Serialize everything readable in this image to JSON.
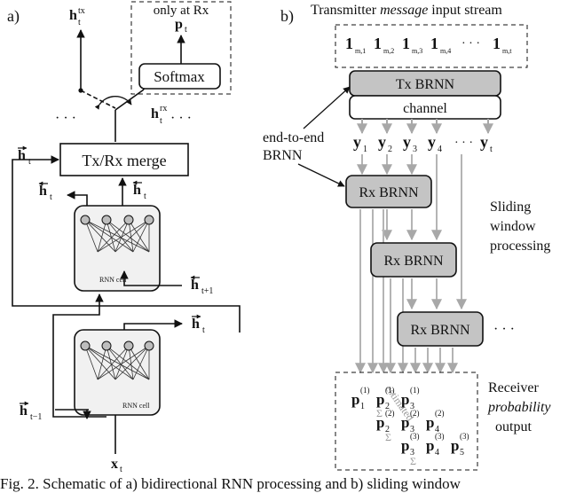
{
  "panel_a": {
    "label": "a)",
    "only_at_rx": "only at Rx",
    "p_t": "p",
    "p_t_sub": "t",
    "softmax": "Softmax",
    "h_tx": "h",
    "h_tx_sup": "tx",
    "h_tx_sub": "t",
    "h_rx": "h",
    "h_rx_sup": "rx",
    "h_rx_sub": "t",
    "dots_left": "· · ·",
    "dots_right": "· · ·",
    "merge": "Tx/Rx merge",
    "h_fwd_label": "h",
    "h_fwd_sub": "t",
    "h_bwd_label": "h",
    "h_bwd_sub": "t",
    "h_bwd2_label": "h",
    "h_bwd2_sub": "t",
    "h_bwd_next": "h",
    "h_bwd_next_sub": "t+1",
    "rnn_cell_top": "RNN cell",
    "h_fwd2_label": "h",
    "h_fwd2_sub": "t",
    "h_fwd_prev": "h",
    "h_fwd_prev_sub": "t−1",
    "rnn_cell_bottom": "RNN cell",
    "x_t": "x",
    "x_t_sub": "t"
  },
  "panel_b": {
    "label": "b)",
    "title_pre": "Transmitter ",
    "title_em": "message",
    "title_post": " input stream",
    "input_stream": [
      {
        "sym": "1",
        "sub": "m,1"
      },
      {
        "sym": "1",
        "sub": "m,2"
      },
      {
        "sym": "1",
        "sub": "m,3"
      },
      {
        "sym": "1",
        "sub": "m,4"
      },
      {
        "sym": "· · ·",
        "sub": ""
      },
      {
        "sym": "1",
        "sub": "m,t"
      }
    ],
    "tx_brnn": "Tx BRNN",
    "channel": "channel",
    "e2e_line1": "end-to-end",
    "e2e_line2": "BRNN",
    "ys": [
      {
        "sym": "y",
        "sub": "1"
      },
      {
        "sym": "y",
        "sub": "2"
      },
      {
        "sym": "y",
        "sub": "3"
      },
      {
        "sym": "y",
        "sub": "4"
      },
      {
        "sym": "· · ·",
        "sub": ""
      },
      {
        "sym": "y",
        "sub": "t"
      }
    ],
    "rx_brnn_1": "Rx BRNN",
    "rx_brnn_2": "Rx BRNN",
    "rx_brnn_3": "Rx BRNN",
    "rx_dots": "· · ·",
    "sliding_1": "Sliding",
    "sliding_2": "window",
    "sliding_3": "processing",
    "receiver_1": "Receiver",
    "receiver_2": "probability",
    "receiver_3": "output",
    "estimated": "estimated",
    "sigma": "Σ",
    "p_rows": [
      [
        {
          "sub": "1",
          "sup": "(1)"
        },
        {
          "sub": "2",
          "sup": "(1)"
        },
        {
          "sub": "3",
          "sup": "(1)"
        }
      ],
      [
        {
          "sub": "2",
          "sup": "(2)"
        },
        {
          "sub": "3",
          "sup": "(2)"
        },
        {
          "sub": "4",
          "sup": "(2)"
        }
      ],
      [
        {
          "sub": "3",
          "sup": "(3)"
        },
        {
          "sub": "4",
          "sup": "(3)"
        },
        {
          "sub": "5",
          "sup": "(3)"
        }
      ]
    ]
  },
  "caption": "Fig. 2.   Schematic of a) bidirectional RNN processing and b) sliding window"
}
